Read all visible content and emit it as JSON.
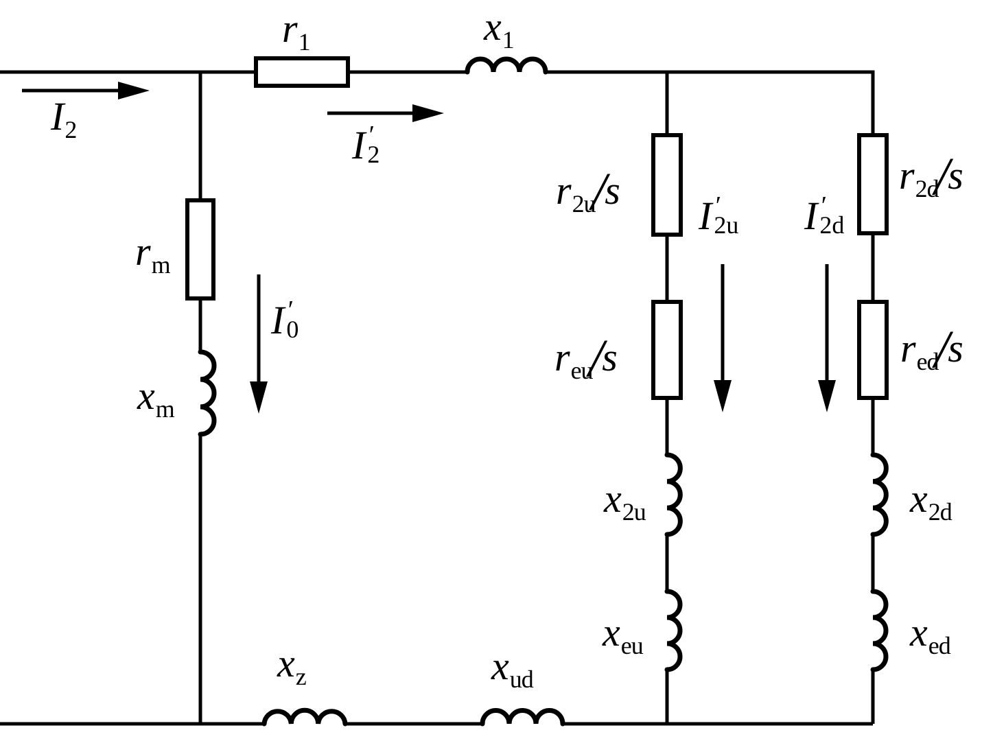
{
  "figure": {
    "kind": "induction-machine-equivalent-circuit",
    "background_color": "#ffffff",
    "line_color": "#000000"
  },
  "labels": {
    "i2": {
      "base": "I",
      "sub": "2"
    },
    "r1": {
      "base": "r",
      "sub": "1"
    },
    "x1": {
      "base": "x",
      "sub": "1"
    },
    "i2p": {
      "base": "I",
      "prime": "′",
      "sub": "2"
    },
    "rm": {
      "base": "r",
      "sub": "m"
    },
    "xm": {
      "base": "x",
      "sub": "m"
    },
    "i0p": {
      "base": "I",
      "prime": "′",
      "sub": "0"
    },
    "r2us": {
      "base": "r",
      "sub": "2u",
      "slash": "/",
      "den": "s"
    },
    "reus": {
      "base": "r",
      "sub": "eu",
      "slash": "/",
      "den": "s"
    },
    "r2ds": {
      "base": "r",
      "sub": "2d",
      "slash": "/",
      "den": "s"
    },
    "reds": {
      "base": "r",
      "sub": "ed",
      "slash": "/",
      "den": "s"
    },
    "i2up": {
      "base": "I",
      "prime": "′",
      "sub": "2u"
    },
    "i2dp": {
      "base": "I",
      "prime": "′",
      "sub": "2d"
    },
    "x2u": {
      "base": "x",
      "sub": "2u"
    },
    "xeu": {
      "base": "x",
      "sub": "eu"
    },
    "x2d": {
      "base": "x",
      "sub": "2d"
    },
    "xed": {
      "base": "x",
      "sub": "ed"
    },
    "xz": {
      "base": "x",
      "sub": "z"
    },
    "xud": {
      "base": "x",
      "sub": "ud"
    }
  },
  "components": {
    "resistors": [
      "r1",
      "rm",
      "r2u/s",
      "reu/s",
      "r2d/s",
      "red/s"
    ],
    "inductors": [
      "x1",
      "xm",
      "x2u",
      "xeu",
      "x2d",
      "xed",
      "xz",
      "xud"
    ],
    "current_arrows": [
      "I2",
      "I2'",
      "I0'",
      "I2u'",
      "I2d'"
    ]
  }
}
